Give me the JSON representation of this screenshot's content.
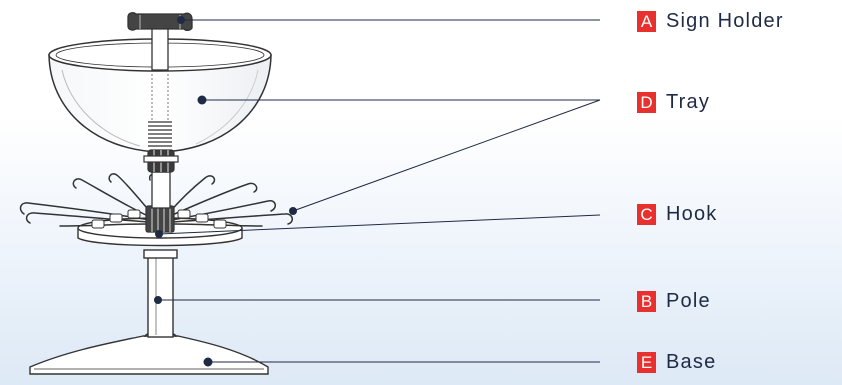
{
  "labels": {
    "sign_holder": {
      "letter": "A",
      "text": "Sign Holder"
    },
    "tray": {
      "letter": "D",
      "text": "Tray"
    },
    "hook": {
      "letter": "C",
      "text": "Hook"
    },
    "pole": {
      "letter": "B",
      "text": "Pole"
    },
    "base": {
      "letter": "E",
      "text": "Base"
    }
  },
  "colors": {
    "badge": "#e8312f",
    "label_text": "#1f2a44",
    "leader_line": "#1f2a44",
    "outline": "#333333"
  }
}
